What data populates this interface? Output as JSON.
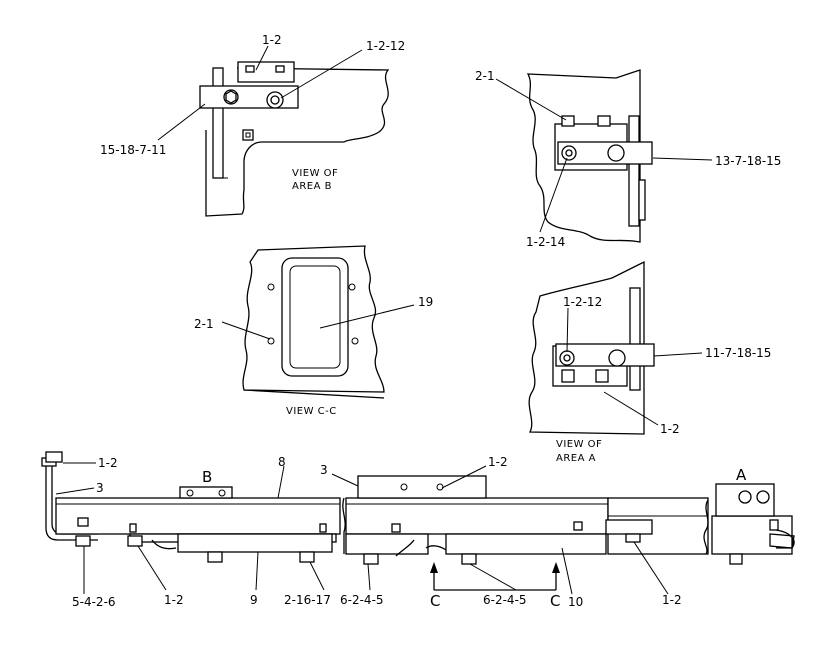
{
  "views": {
    "area_b": {
      "caption_line1": "VIEW OF",
      "caption_line2": "AREA B",
      "labels": {
        "top_bolt": "1-2",
        "bolt_right": "1-2-12",
        "lower_left": "15-18-7-11"
      }
    },
    "area_a_top": {
      "labels": {
        "top_left": "2-1",
        "bottom": "1-2-14",
        "right": "13-7-18-15"
      }
    },
    "section_cc": {
      "caption": "VIEW C-C",
      "labels": {
        "left": "2-1",
        "right": "19"
      }
    },
    "area_a": {
      "caption_line1": "VIEW OF",
      "caption_line2": "AREA A",
      "labels": {
        "top": "1-2-12",
        "right": "11-7-18-15",
        "bottom_right": "1-2"
      }
    }
  },
  "main_assembly": {
    "area_b_marker": "B",
    "area_a_marker": "A",
    "section_mark_left": "C",
    "section_mark_right": "C",
    "labels": {
      "l_top_left": "1-2",
      "l_3_left": "3",
      "l_8": "8",
      "l_3_mid": "3",
      "l_12_mid": "1-2",
      "l_5426": "5-4-2-6",
      "l_12_bl": "1-2",
      "l_9": "9",
      "l_21617": "2-16-17",
      "l_6245_a": "6-2-4-5",
      "l_6245_b": "6-2-4-5",
      "l_10": "10",
      "l_12_br": "1-2"
    }
  }
}
